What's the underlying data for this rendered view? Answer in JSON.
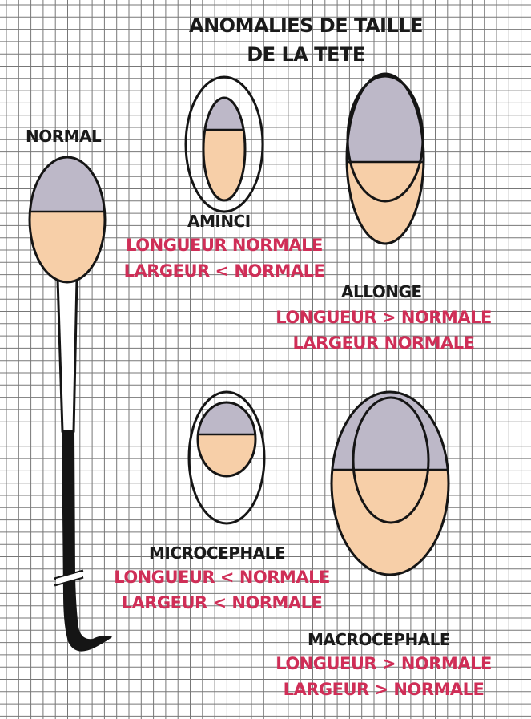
{
  "title": {
    "line1": "ANOMALIES DE TAILLE",
    "line2": "DE LA TETE"
  },
  "normal": {
    "label": "NORMAL"
  },
  "aminci": {
    "label": "AMINCI",
    "line1": "LONGUEUR NORMALE",
    "line2": "LARGEUR < NORMALE"
  },
  "allonge": {
    "label": "ALLONGE",
    "line1": "LONGUEUR > NORMALE",
    "line2": "LARGEUR NORMALE"
  },
  "microcephale": {
    "label": "MICROCEPHALE",
    "line1": "LONGUEUR < NORMALE",
    "line2": "LARGEUR < NORMALE"
  },
  "macrocephale": {
    "label": "MACROCEPHALE",
    "line1": "LONGUEUR > NORMALE",
    "line2": "LARGEUR > NORMALE"
  },
  "colors": {
    "grid": "#4a4a4a",
    "outline": "#151515",
    "acrosome": "#bdb8c8",
    "nucleus": "#f7cfa8",
    "tail": "#151515",
    "label_red": "#cf2e57"
  }
}
